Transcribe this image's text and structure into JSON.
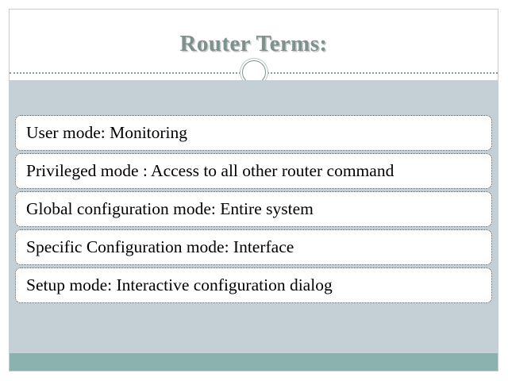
{
  "slide": {
    "title": "Router Terms:",
    "ornament": "circle-ring",
    "items": [
      {
        "text": "User mode: Monitoring"
      },
      {
        "text": "Privileged mode : Access to all other router command"
      },
      {
        "text": "Global configuration mode: Entire system"
      },
      {
        "text": "Specific Configuration mode: Interface"
      },
      {
        "text": "Setup mode: Interactive configuration dialog"
      }
    ],
    "colors": {
      "title_text": "#7f918d",
      "title_shadow": "#96a09e",
      "divider": "#8a9ca0",
      "body_panel": "#c5d0d6",
      "bottom_bar": "#8cb2b0",
      "box_fill": "#ffffff",
      "box_border": "#4c4c4c",
      "slide_border": "#c3ccd0",
      "body_text": "#000000"
    }
  }
}
